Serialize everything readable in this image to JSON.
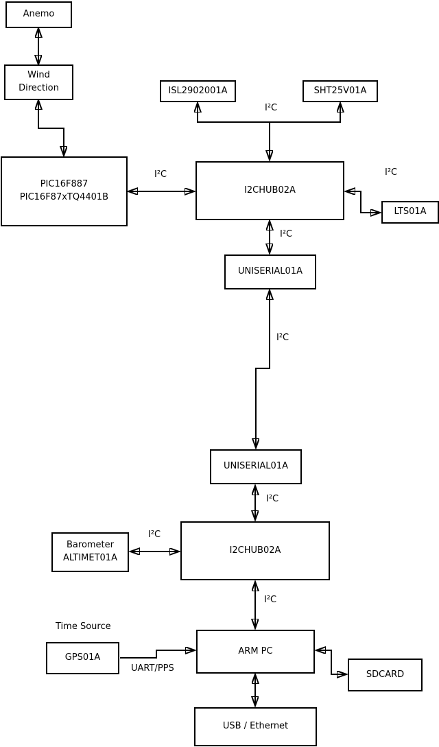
{
  "boxes": {
    "anemo": "Anemo",
    "wind_direction": "Wind\nDirection",
    "pic": "PIC16F887\nPIC16F87xTQ4401B",
    "isl": "ISL2902001A",
    "sht": "SHT25V01A",
    "hub1": "I2CHUB02A",
    "lts": "LTS01A",
    "uniserial1": "UNISERIAL01A",
    "uniserial2": "UNISERIAL01A",
    "hub2": "I2CHUB02A",
    "barometer": "Barometer\nALTIMET01A",
    "gps": "GPS01A",
    "armpc": "ARM PC",
    "sdcard": "SDCARD",
    "usb": "USB / Ethernet"
  },
  "labels": {
    "i2c": "I²C",
    "time_source": "Time Source",
    "uart_pps": "UART/PPS"
  },
  "colors": {
    "line": "#000000",
    "background": "#ffffff",
    "box_fill": "#ffffff"
  },
  "connections": [
    {
      "from": "Anemo",
      "to": "Wind Direction",
      "label": "",
      "direction": "both"
    },
    {
      "from": "Wind Direction",
      "to": "PIC16F887 PIC16F87xTQ4401B",
      "label": "",
      "direction": "both"
    },
    {
      "from": "PIC16F887 PIC16F87xTQ4401B",
      "to": "I2CHUB02A (top)",
      "label": "I²C",
      "direction": "both"
    },
    {
      "from": "I2CHUB02A (top)",
      "to": "ISL2902001A",
      "label": "I²C",
      "direction": "to"
    },
    {
      "from": "I2CHUB02A (top)",
      "to": "SHT25V01A",
      "label": "I²C",
      "direction": "to"
    },
    {
      "from": "I2CHUB02A (top)",
      "to": "LTS01A",
      "label": "I²C",
      "direction": "both"
    },
    {
      "from": "I2CHUB02A (top)",
      "to": "UNISERIAL01A (upper)",
      "label": "I²C",
      "direction": "both"
    },
    {
      "from": "UNISERIAL01A (upper)",
      "to": "UNISERIAL01A (lower)",
      "label": "I²C",
      "direction": "both"
    },
    {
      "from": "UNISERIAL01A (lower)",
      "to": "I2CHUB02A (bottom)",
      "label": "I²C",
      "direction": "both"
    },
    {
      "from": "Barometer ALTIMET01A",
      "to": "I2CHUB02A (bottom)",
      "label": "I²C",
      "direction": "both"
    },
    {
      "from": "I2CHUB02A (bottom)",
      "to": "ARM PC",
      "label": "I²C",
      "direction": "both"
    },
    {
      "from": "GPS01A",
      "to": "ARM PC",
      "label": "UART/PPS",
      "direction": "to"
    },
    {
      "from": "ARM PC",
      "to": "SDCARD",
      "label": "",
      "direction": "both"
    },
    {
      "from": "ARM PC",
      "to": "USB / Ethernet",
      "label": "",
      "direction": "both"
    }
  ]
}
